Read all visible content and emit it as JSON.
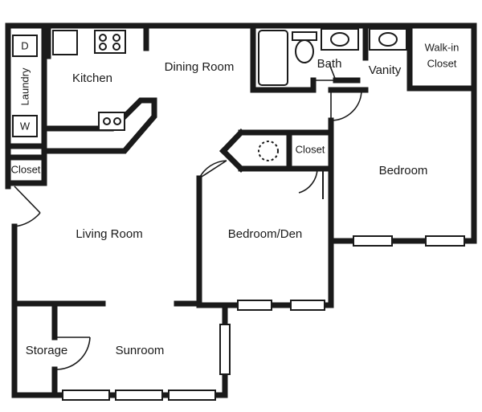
{
  "rooms": {
    "kitchen": "Kitchen",
    "dining_room": "Dining Room",
    "bath": "Bath",
    "vanity": "Vanity",
    "walkin_line1": "Walk-in",
    "walkin_line2": "Closet",
    "laundry": "Laundry",
    "closet_left": "Closet",
    "closet_center": "Closet",
    "living_room": "Living Room",
    "bedroom_den": "Bedroom/Den",
    "bedroom": "Bedroom",
    "storage": "Storage",
    "sunroom": "Sunroom"
  },
  "appliances": {
    "dryer": "D",
    "washer": "W"
  }
}
